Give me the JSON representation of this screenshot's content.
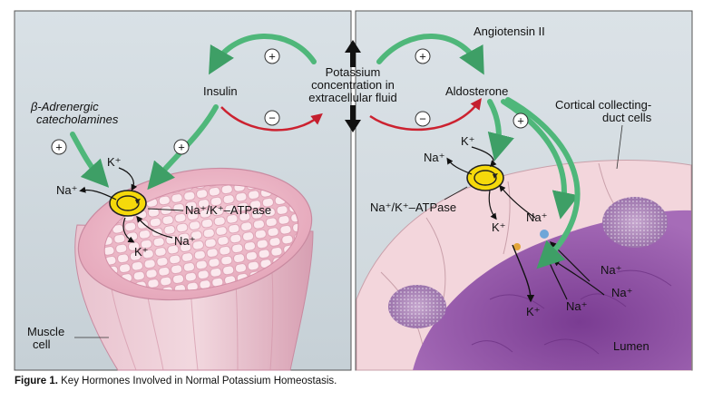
{
  "center": {
    "line1": "Potassium",
    "line2": "concentration in",
    "line3": "extracellular fluid"
  },
  "left": {
    "insulin": "Insulin",
    "beta1": "β-Adrenergic",
    "beta2": "catecholamines",
    "na_out": "Na⁺",
    "k_in_top": "K⁺",
    "pump": "Na⁺/K⁺–ATPase",
    "na_in": "Na⁺",
    "k_in_bottom": "K⁺",
    "muscle1": "Muscle",
    "muscle2": "cell"
  },
  "right": {
    "angiotensin": "Angiotensin II",
    "aldosterone": "Aldosterone",
    "cortical1": "Cortical collecting-",
    "cortical2": "duct cells",
    "k_top": "K⁺",
    "na_out": "Na⁺",
    "pump": "Na⁺/K⁺–ATPase",
    "na_mid": "Na⁺",
    "k_mid": "K⁺",
    "na_a": "Na⁺",
    "na_b": "Na⁺",
    "na_c": "Na⁺",
    "k_bottom": "K⁺",
    "lumen": "Lumen"
  },
  "signs": {
    "plus": "+",
    "minus": "−"
  },
  "caption": {
    "label": "Figure 1.",
    "text": " Key Hormones Involved in Normal Potassium Homeostasis."
  },
  "colors": {
    "green": "#4fb77a",
    "red": "#cc2230",
    "pump_yellow": "#f5d90b",
    "lumen_purple": "#8a4aa0",
    "muscle_pink": "#e8b4c4"
  }
}
